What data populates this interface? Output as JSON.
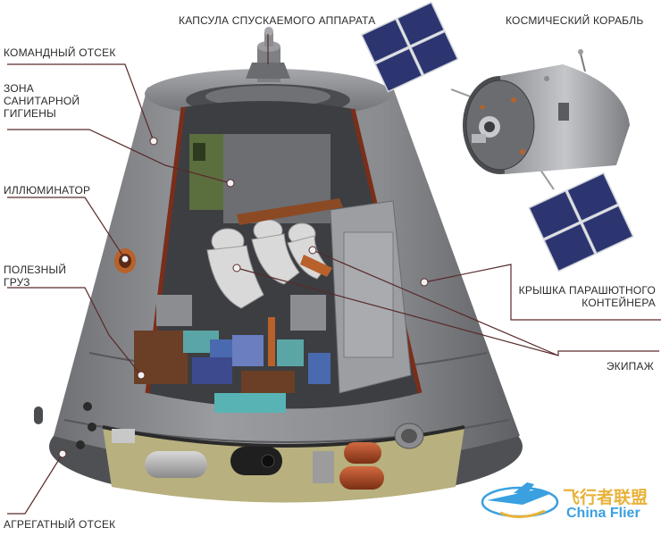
{
  "labels": {
    "command_module": "КОМАНДНЫЙ ОТСЕК",
    "hygiene_zone": "ЗОНА\nСАНИТАРНОЙ\nГИГИЕНЫ",
    "porthole": "ИЛЛЮМИНАТОР",
    "payload": "ПОЛЕЗНЫЙ\nГРУЗ",
    "service_module": "АГРЕГАТНЫЙ ОТСЕК",
    "descent_capsule": "КАПСУЛА СПУСКАЕМОГО АППАРАТА",
    "spacecraft": "КОСМИЧЕСКИЙ КОРАБЛЬ",
    "parachute_cover": "КРЫШКА ПАРАШЮТНОГО\nКОНТЕЙНЕРА",
    "crew": "ЭКИПАЖ"
  },
  "watermark": {
    "cn_text": "飞行者联盟",
    "en_text": "China Flier"
  },
  "colors": {
    "hull": "#8c8e92",
    "hull_dark": "#5a5c60",
    "interior": "#3c3e42",
    "cut_edge": "#7a2e1a",
    "leader": "#5a2a2a",
    "panel": "#2c3570",
    "accent_orange": "#b8612a",
    "watermark_blue": "#3aa0e0"
  }
}
